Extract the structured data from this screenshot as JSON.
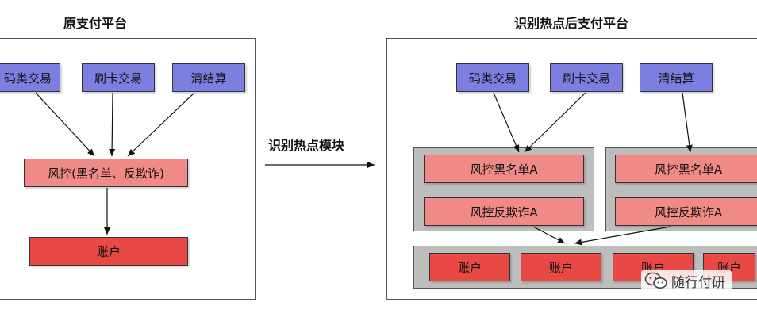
{
  "left": {
    "title": "原支付平台",
    "sources": [
      "码类交易",
      "刷卡交易",
      "清结算"
    ],
    "risk": "风控(黑名单、反欺诈)",
    "account": "账户"
  },
  "middle": {
    "label": "识别热点模块"
  },
  "right": {
    "title": "识别热点后支付平台",
    "sources": [
      "码类交易",
      "刷卡交易",
      "清结算"
    ],
    "groups": [
      {
        "blacklist": "风控黑名单A",
        "antifraud": "风控反欺诈A"
      },
      {
        "blacklist": "风控黑名单A",
        "antifraud": "风控反欺诈A"
      }
    ],
    "accounts": [
      "账户",
      "账户",
      "账户",
      "账户"
    ]
  },
  "watermark": {
    "text": "随行付研",
    "icon": "wechat-icon"
  },
  "colors": {
    "source_blue": "#7d7fe0",
    "risk_pink": "#f08a86",
    "account_red": "#e84945",
    "group_gray": "#bdbdbd"
  }
}
